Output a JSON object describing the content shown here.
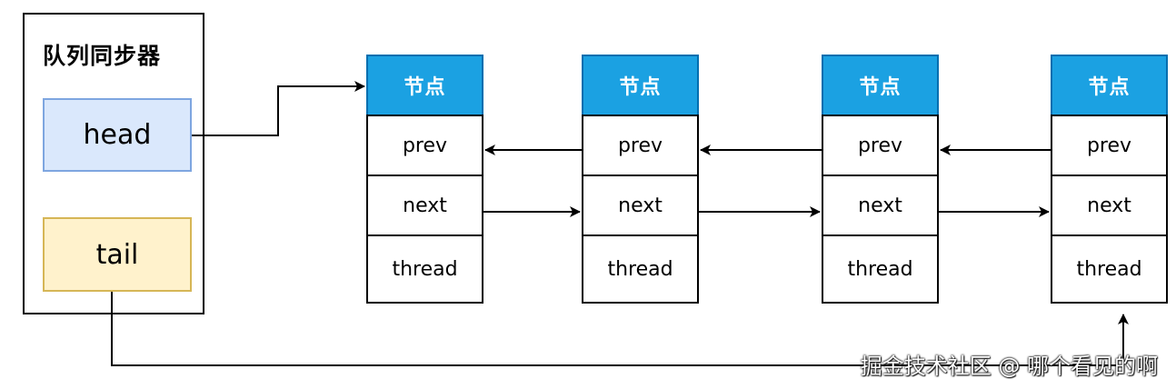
{
  "synchronizer": {
    "title": "队列同步器",
    "head_label": "head",
    "tail_label": "tail"
  },
  "nodes": [
    {
      "header": "节点",
      "prev": "prev",
      "next": "next",
      "thread": "thread"
    },
    {
      "header": "节点",
      "prev": "prev",
      "next": "next",
      "thread": "thread"
    },
    {
      "header": "节点",
      "prev": "prev",
      "next": "next",
      "thread": "thread"
    },
    {
      "header": "节点",
      "prev": "prev",
      "next": "next",
      "thread": "thread"
    }
  ],
  "watermark": "掘金技术社区 @ 哪个看见的啊",
  "colors": {
    "node_header_fill": "#1ba1e2",
    "node_header_stroke": "#006eaf",
    "head_fill": "#dae8fc",
    "head_stroke": "#7ea6e0",
    "tail_fill": "#fff2cc",
    "tail_stroke": "#d6b656"
  }
}
